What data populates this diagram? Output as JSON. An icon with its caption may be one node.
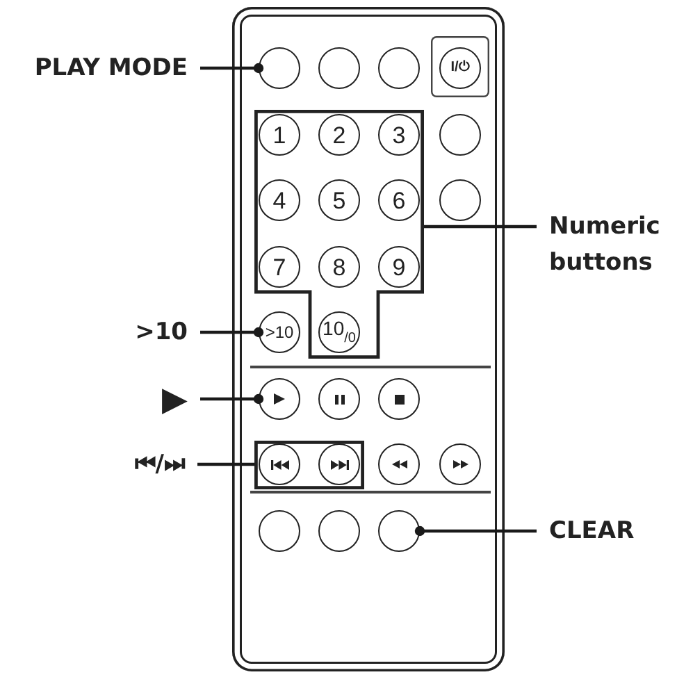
{
  "diagram": {
    "nodes": [
      {
        "text": [
          "PLAY MODE"
        ]
      },
      {
        "text": [],
        "shape": "box"
      },
      {
        "text": [],
        "shape": "circle",
        "in": 1
      },
      {
        "text": [],
        "shape": "circle",
        "in": 1
      },
      {
        "text": [],
        "shape": "circle",
        "in": 1
      },
      {
        "text": [],
        "shape": "box",
        "in": 1
      },
      {
        "text": [
          "I/⏻"
        ],
        "in": 5
      },
      {
        "text": [],
        "shape": "box",
        "in": 1
      },
      {
        "text": [
          "1"
        ],
        "in": 7
      },
      {
        "text": [
          "2"
        ],
        "in": 7
      },
      {
        "text": [
          "3"
        ],
        "in": 7
      },
      {
        "text": [],
        "shape": "circle",
        "in": 1
      },
      {
        "text": [
          "4"
        ],
        "in": 7
      },
      {
        "text": [
          "5"
        ],
        "in": 7
      },
      {
        "text": [
          "6"
        ],
        "in": 7
      },
      {
        "text": [],
        "shape": "circle",
        "in": 1
      },
      {
        "text": [
          "Numeric buttons"
        ]
      },
      {
        "text": [
          "7"
        ],
        "in": 7
      },
      {
        "text": [
          "8"
        ],
        "in": 7
      },
      {
        "text": [
          "9"
        ],
        "in": 7
      },
      {
        "text": [
          ">10"
        ]
      },
      {
        "text": [
          ">10"
        ],
        "in": 1
      },
      {
        "text": [
          "10$_{/0}$"
        ],
        "in": 7
      },
      {
        "text": [
          "▶"
        ]
      },
      {
        "text": [],
        "shape": "circle",
        "in": 1
      },
      {
        "text": [],
        "shape": "circle",
        "in": 1
      },
      {
        "text": [],
        "shape": "circle",
        "in": 1
      },
      {
        "text": [
          "⏮/⏭"
        ]
      },
      {
        "text": [],
        "shape": "box",
        "in": 1
      },
      {
        "text": [],
        "shape": "circle",
        "in": 28
      },
      {
        "text": [],
        "shape": "circle",
        "in": 28
      },
      {
        "text": [],
        "shape": "circle",
        "in": 1
      },
      {
        "text": [],
        "shape": "circle",
        "in": 1
      },
      {
        "text": [],
        "shape": "circle",
        "in": 1
      },
      {
        "text": [],
        "shape": "circle",
        "in": 1
      },
      {
        "text": [],
        "shape": "circle",
        "in": 1
      },
      {
        "text": [
          "CLEAR"
        ]
      }
    ],
    "edges": [
      {
        "from": 0,
        "to": 2,
        "arrow": "other"
      },
      {
        "from": 16,
        "to": 7,
        "arrow": "none"
      },
      {
        "from": 20,
        "to": 21,
        "arrow": "other"
      },
      {
        "from": 23,
        "to": 24,
        "arrow": "other"
      },
      {
        "from": 27,
        "to": 28,
        "arrow": "none"
      },
      {
        "from": 36,
        "to": 35,
        "arrow": "other"
      }
    ]
  }
}
